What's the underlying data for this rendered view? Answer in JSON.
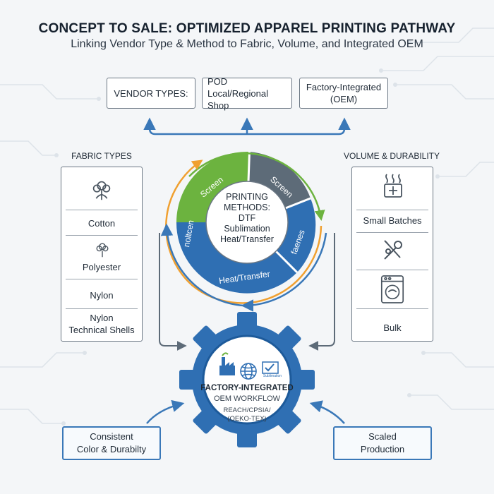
{
  "title": "CONCEPT TO SALE: OPTIMIZED APPAREL PRINTING PATHWAY",
  "subtitle": "Linking Vendor Type & Method to Fabric, Volume, and Integrated OEM",
  "vendors": {
    "label": "VENDOR TYPES:",
    "pod": "POD\nLocal/Regional Shop",
    "factory": "Factory-Integrated\n(OEM)"
  },
  "fabric": {
    "heading": "FABRIC TYPES",
    "items": [
      "Cotton",
      "Polyester",
      "Nylon",
      "Nylon\nTechnical Shells"
    ]
  },
  "volume": {
    "heading": "VOLUME & DURABILITY",
    "small": "Small Batches",
    "bulk": "Bulk"
  },
  "methods": {
    "center": "PRINTING\nMETHODS:\nDTF\nSublimation\nHeat/Transfer",
    "seg_green": "Screen",
    "seg_green_2": "noltcen",
    "seg_gray": "Screen",
    "seg_blue_right": "faenes",
    "seg_blue_bottom": "Heat/Transfer"
  },
  "oem": {
    "small_badge": "Sublimation",
    "line1": "FACTORY-INTEGRATED",
    "line2": "OEM WORKFLOW",
    "line3": "REACH/CPSIA/\n(OEKO-TEX)"
  },
  "bottom": {
    "left": "Consistent\nColor & Durabilty",
    "right": "Scaled\nProduction"
  },
  "colors": {
    "green": "#6cb33f",
    "gray": "#5d6b78",
    "blue": "#2f6fb3",
    "orange": "#f0a030",
    "arrow": "#3a78b8"
  }
}
